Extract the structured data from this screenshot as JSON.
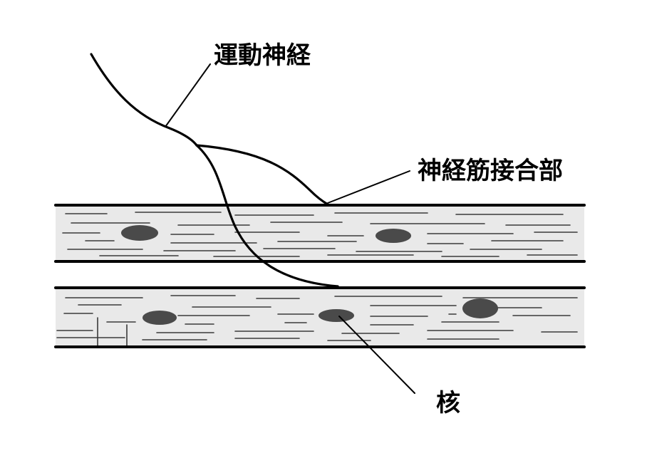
{
  "labels": {
    "motor_nerve": "運動神経",
    "neuromuscular_junction": "神経筋接合部",
    "nucleus": "核"
  },
  "colors": {
    "fiber_fill": "#e9e9e9",
    "nucleus_fill": "#4a4a4a",
    "line": "#000000"
  }
}
